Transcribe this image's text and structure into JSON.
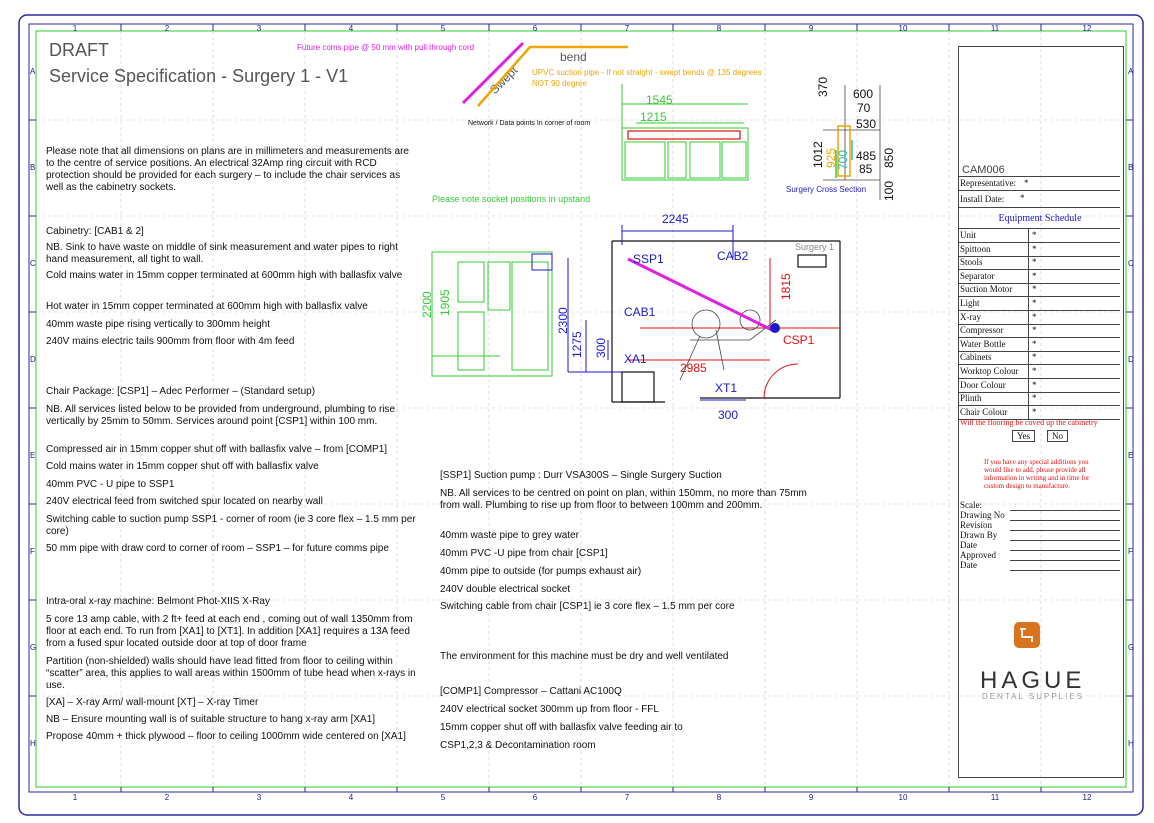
{
  "header": {
    "draft": "DRAFT",
    "title": "Service Specification - Surgery 1 - V1"
  },
  "grid": {
    "cols": [
      "1",
      "2",
      "3",
      "4",
      "5",
      "6",
      "7",
      "8",
      "9",
      "10",
      "11",
      "12"
    ],
    "rows": [
      "A",
      "B",
      "C",
      "D",
      "E",
      "F",
      "G",
      "H"
    ]
  },
  "annotations": {
    "comms_pipe": "Future coms pipe @ 50 mm with pull through cord",
    "bend": "bend",
    "swept": "Swept",
    "upvc_line1": "UPVC suction pipe - If not straight - swept bends @ 135 degrees",
    "upvc_line2": "NOT 90 degree",
    "network": "Network / Data points In corner of room",
    "socket_note": "Please note socket positions in upstand",
    "cross_section": "Surgery Cross Section",
    "surgery_label": "Surgery 1"
  },
  "dims": {
    "d1545": "1545",
    "d1215": "1215",
    "d370": "370",
    "d600": "600",
    "d70": "70",
    "d530": "530",
    "d1012": "1012",
    "d925": "925",
    "d700": "700",
    "d485": "485",
    "d85": "85",
    "d850": "850",
    "d100": "100",
    "d2245": "2245",
    "d2200": "2200",
    "d1905": "1905",
    "d2300": "2300",
    "d1275": "1275",
    "d300a": "300",
    "d1815": "1815",
    "d2985": "2985",
    "d300b": "300"
  },
  "plan_labels": {
    "ssp1": "SSP1",
    "cab2": "CAB2",
    "cab1": "CAB1",
    "xa1": "XA1",
    "csp1": "CSP1",
    "xt1": "XT1"
  },
  "intro": "Please note that all dimensions on plans are in millimeters and measurements are to the centre of service positions.  An electrical 32Amp ring circuit with RCD protection should be provided for each surgery – to include the chair services as well as the cabinetry sockets.",
  "cabinetry": {
    "heading": "Cabinetry:  [CAB1 & 2]",
    "items": [
      "NB. Sink to have waste on middle of sink measurement and water pipes to right hand  measurement, all tight to wall.",
      "Cold mains water in 15mm copper terminated at 600mm high with ballasfix valve",
      "Hot water in 15mm copper terminated at 600mm high with ballasfix valve",
      "40mm waste pipe rising vertically to 300mm height",
      "240V mains electric tails 900mm from floor with 4m feed"
    ]
  },
  "chair": {
    "heading": "Chair Package: [CSP1] – Adec Performer – (Standard setup)",
    "items": [
      "NB.  All services listed below to be provided from underground, plumbing to rise vertically by 25mm to 50mm.  Services around point [CSP1] within 100 mm.",
      "Compressed air in 15mm copper shut off with ballasfix valve – from [COMP1]",
      "Cold mains water in 15mm copper shut off with ballasfix valve",
      "40mm PVC - U pipe to SSP1",
      "240V electrical feed from switched spur located on nearby wall",
      "Switching cable to suction pump SSP1 - corner of room  (ie 3 core flex – 1.5 mm per core)",
      "50 mm pipe with draw cord to corner of room – SSP1 – for future comms pipe"
    ]
  },
  "xray": {
    "heading": "Intra-oral x-ray machine:  Belmont Phot-XIIS   X-Ray",
    "items": [
      "5 core 13 amp cable, with 2 ft+ feed at each end , coming out of wall 1350mm from floor at each end.  To run from [XA1] to [XT1].  In addition [XA1]  requires a 13A feed from a fused spur  located outside door at top of door frame",
      "Partition (non-shielded) walls should have lead fitted from floor to ceiling within “scatter” area, this applies to wall areas within 1500mm of tube head when x-rays in use.",
      "[XA] – X-ray Arm/ wall-mount          [XT] – X-ray Timer",
      "NB – Ensure mounting wall is of suitable structure to hang x-ray arm [XA1]",
      "Propose 40mm + thick plywood – floor to ceiling 1000mm wide centered on [XA1]"
    ]
  },
  "suction": {
    "heading": "[SSP1] Suction pump : Durr VSA300S – Single Surgery Suction",
    "items": [
      "NB.  All services to be centred on point on plan, within 150mm, no more than 75mm from wall.  Plumbing to rise up from floor to between 100mm and 200mm.",
      "40mm waste pipe to grey water",
      "40mm PVC -U pipe from chair [CSP1]",
      "40mm pipe to outside (for pumps exhaust air)",
      "240V double electrical socket",
      "Switching cable from chair  [CSP1] ie 3 core flex – 1.5 mm per core"
    ],
    "environment": "The environment for this machine must be dry and well ventilated"
  },
  "compressor": {
    "heading": "[COMP1] Compressor  – Cattani AC100Q",
    "items": [
      "240V electrical socket 300mm up from floor - FFL",
      "15mm copper shut off with ballasfix valve feeding air to",
      "CSP1,2,3 & Decontamination room"
    ]
  },
  "titleblock": {
    "code": "CAM006",
    "representative_label": "Representative:",
    "representative_value": "*",
    "install_label": "Install Date:",
    "install_value": "*",
    "schedule_title": "Equipment Schedule",
    "schedule": [
      {
        "item": "Unit",
        "value": "*"
      },
      {
        "item": "Spittoon",
        "value": "*"
      },
      {
        "item": "Stools",
        "value": "*"
      },
      {
        "item": "Separator",
        "value": "*"
      },
      {
        "item": "Suction Motor",
        "value": "*"
      },
      {
        "item": "Light",
        "value": "*"
      },
      {
        "item": "X-ray",
        "value": "*"
      },
      {
        "item": "Compressor",
        "value": "*"
      },
      {
        "item": "Water Bottle",
        "value": "*"
      },
      {
        "item": "Cabinets",
        "value": "*"
      },
      {
        "item": "Worktop Colour",
        "value": "*"
      },
      {
        "item": "Door Colour",
        "value": "*"
      },
      {
        "item": "Plinth",
        "value": "*"
      },
      {
        "item": "Chair Colour",
        "value": "*"
      }
    ],
    "flooring_question": "Will the flooring be coved up the cabinetry",
    "yes": "Yes",
    "no": "No",
    "special_note": "If you have any special additions you would like to add, please provide all information in writing and in time for custom design to manufacture.",
    "fields": [
      "Scale:",
      "Drawing No",
      "Revision",
      "Drawn By",
      "Date",
      "Approved",
      "Date"
    ],
    "logo_name": "HAGUE",
    "logo_sub": "DENTAL SUPPLIES"
  },
  "colors": {
    "frame": "#2a2a9c",
    "green": "#33cc33",
    "blue": "#1a1acc",
    "red": "#e01010",
    "magenta": "#e020e0",
    "orange": "#f0a500",
    "logo_orange": "#d9731f"
  }
}
